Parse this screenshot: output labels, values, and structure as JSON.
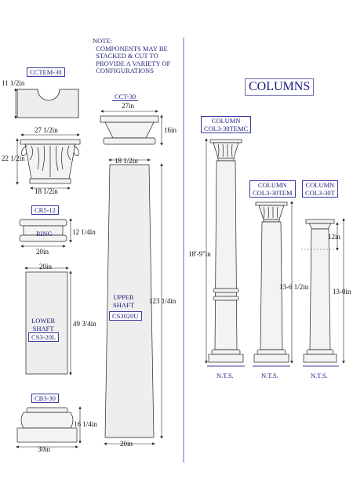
{
  "note": "NOTE:\n  COMPONENTS MAY BE\n  STACKED & CUT TO\n  PROVIDE A VARIETY OF\n  CONFIGURATIONS",
  "title": "COLUMNS",
  "components": {
    "cctem": {
      "code": "CCTEM-30",
      "dim_height": "11 1/2in"
    },
    "capital": {
      "dim_top": "27 1/2in",
      "dim_height": "22 1/2in",
      "dim_bottom": "18 1/2in"
    },
    "cct": {
      "code": "CCT-30",
      "dim_top": "27in",
      "dim_height": "16in"
    },
    "ring": {
      "code": "CR5-12",
      "name": "RING",
      "dim_height": "12 1/4in",
      "dim_bottom": "20in"
    },
    "upper_shaft": {
      "name": "UPPER\nSHAFT",
      "code": "CS3020U",
      "dim_top": "18 1/2in",
      "dim_height": "123 1/4in",
      "dim_bottom": "20in"
    },
    "lower_shaft": {
      "name": "LOWER\nSHAFT",
      "code": "CS3-20L",
      "dim_top": "20in",
      "dim_height": "49 3/4in"
    },
    "base": {
      "code": "CB3-30",
      "dim_height": "16 1/4in",
      "dim_bottom": "30in"
    }
  },
  "columns": [
    {
      "title": "COLUMN",
      "code": "COL3-30TEMC",
      "dim_height": "18'-9\"in",
      "nts": "N.T.S."
    },
    {
      "title": "COLUMN",
      "code": "COL3-30TEM",
      "dim_height": "13-6 1/2in",
      "nts": "N.T.S."
    },
    {
      "title": "COLUMN",
      "code": "COL3-30T",
      "dim_height": "13-0in",
      "dim_sub": "12in",
      "nts": "N.T.S."
    }
  ],
  "colors": {
    "ink": "#1a1a80",
    "line": "#222222",
    "fill": "#eeeeee"
  }
}
